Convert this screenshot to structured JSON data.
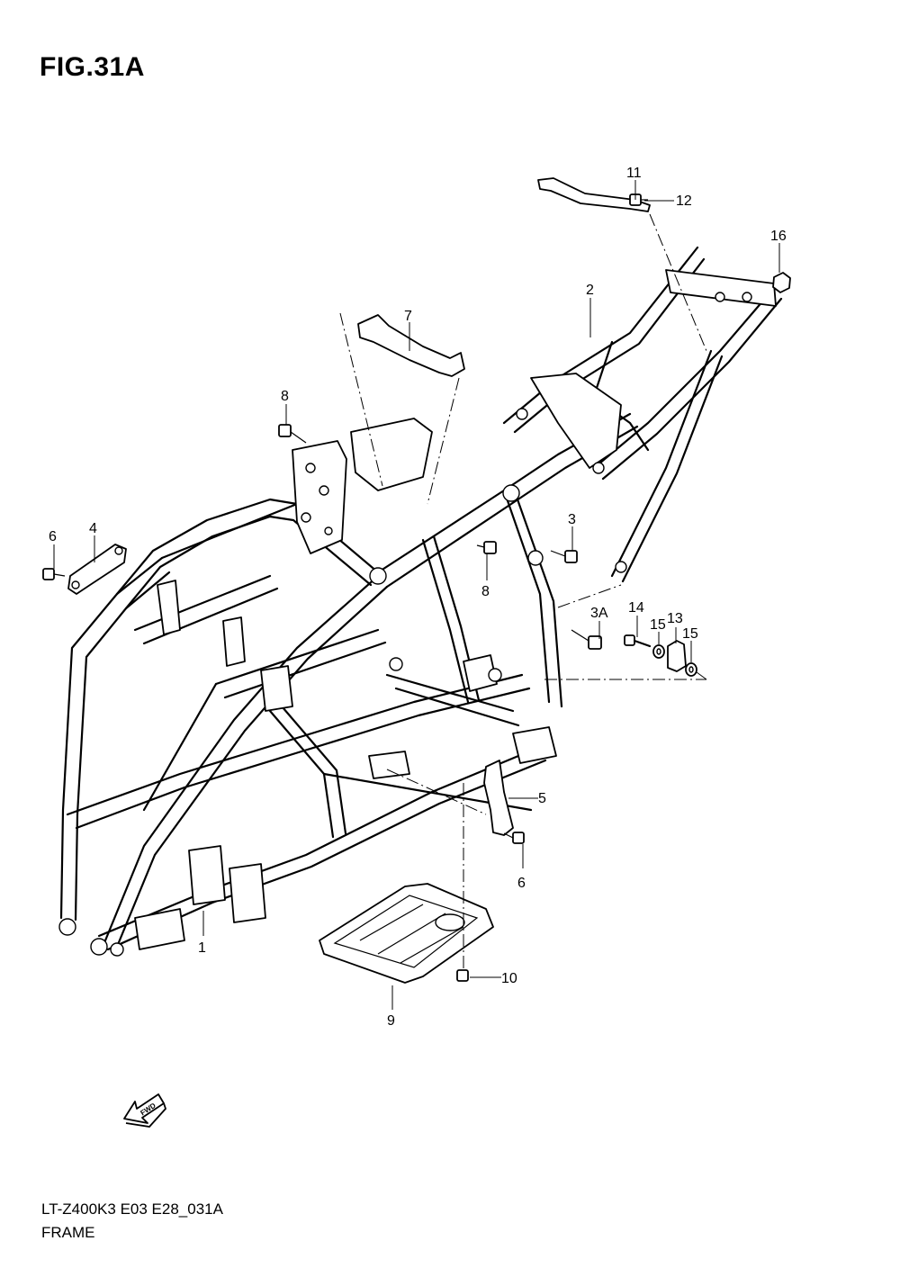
{
  "figure": {
    "title": "FIG.31A",
    "model_code": "LT-Z400K3 E03 E28_031A",
    "section_name": "FRAME",
    "fwd_label": "FWD"
  },
  "callouts": {
    "c1": "1",
    "c2": "2",
    "c3": "3",
    "c3a": "3A",
    "c4": "4",
    "c5": "5",
    "c6a": "6",
    "c6b": "6",
    "c7": "7",
    "c8a": "8",
    "c8b": "8",
    "c9": "9",
    "c10": "10",
    "c11": "11",
    "c12": "12",
    "c13": "13",
    "c14": "14",
    "c15a": "15",
    "c15b": "15",
    "c16": "16"
  }
}
